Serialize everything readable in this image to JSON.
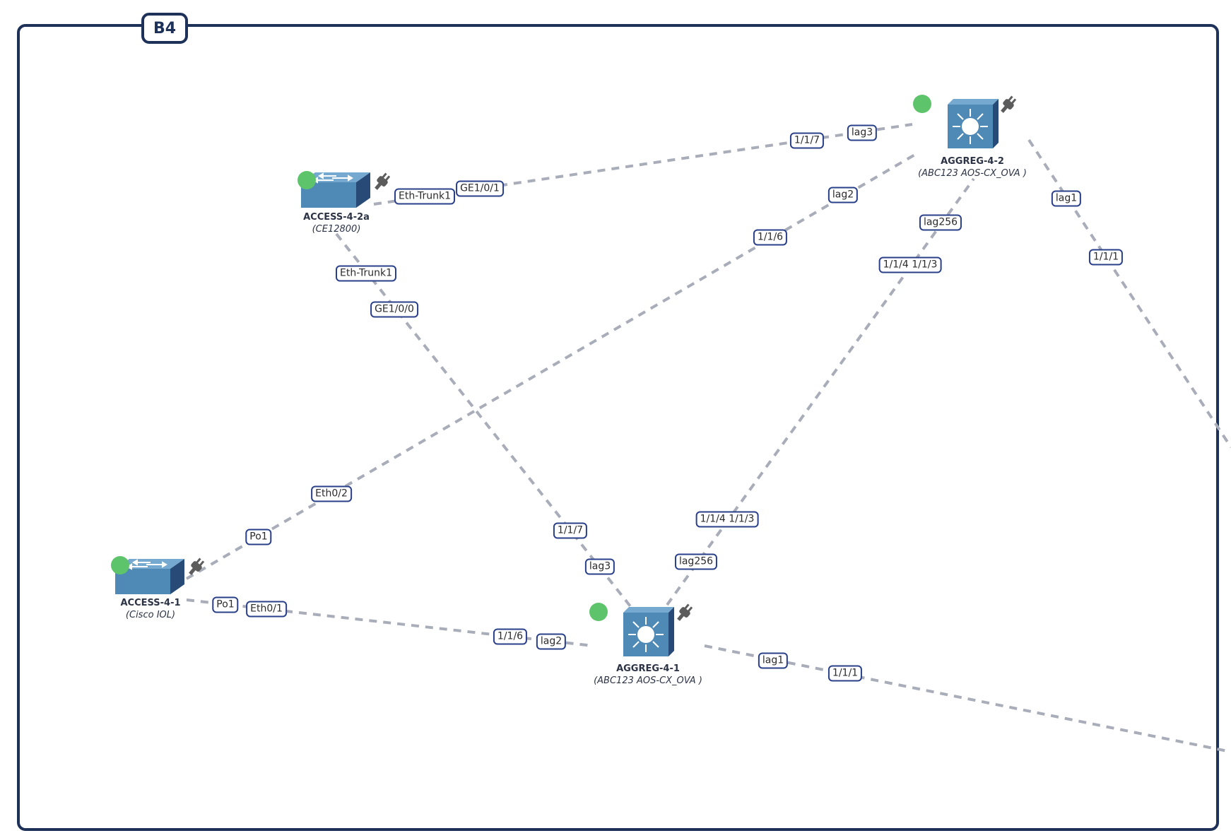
{
  "group": {
    "label": "B4"
  },
  "colors": {
    "frame": "#1e3158",
    "link": "#a9adb9",
    "status_up": "#5ec46b",
    "port_border": "#2a3f8a",
    "device_front": "#4e8ab5",
    "device_top": "#76a9cf",
    "device_side": "#274a77",
    "plug": "#5c5c5c"
  },
  "nodes": [
    {
      "id": "access-4-2a",
      "name": "ACCESS-4-2a",
      "model": "(CE12800)",
      "type": "switch",
      "status": "up"
    },
    {
      "id": "aggreg-4-2",
      "name": "AGGREG-4-2",
      "model": "(ABC123 AOS-CX_OVA )",
      "type": "multilayer-switch",
      "status": "up"
    },
    {
      "id": "access-4-1",
      "name": "ACCESS-4-1",
      "model": "(Cisco IOL)",
      "type": "switch",
      "status": "up"
    },
    {
      "id": "aggreg-4-1",
      "name": "AGGREG-4-1",
      "model": "(ABC123 AOS-CX_OVA )",
      "type": "multilayer-switch",
      "status": "up"
    }
  ],
  "links": [
    {
      "from": "ACCESS-4-2a",
      "to": "AGGREG-4-2",
      "from_ports": [
        "Eth-Trunk1",
        "GE1/0/1"
      ],
      "to_ports": [
        "1/1/7",
        "lag3"
      ]
    },
    {
      "from": "ACCESS-4-2a",
      "to": "AGGREG-4-1",
      "from_ports": [
        "Eth-Trunk1",
        "GE1/0/0"
      ],
      "to_ports": [
        "1/1/7",
        "lag3"
      ]
    },
    {
      "from": "ACCESS-4-1",
      "to": "AGGREG-4-2",
      "from_ports": [
        "Po1",
        "Eth0/2"
      ],
      "to_ports": [
        "1/1/6",
        "lag2"
      ]
    },
    {
      "from": "AGGREG-4-1",
      "to": "AGGREG-4-2",
      "from_ports": [
        "lag256",
        "1/1/4 1/1/3"
      ],
      "to_ports": [
        "1/1/4 1/1/3",
        "lag256"
      ]
    },
    {
      "from": "ACCESS-4-1",
      "to": "AGGREG-4-1",
      "from_ports": [
        "Po1",
        "Eth0/1"
      ],
      "to_ports": [
        "1/1/6",
        "lag2"
      ]
    },
    {
      "from": "AGGREG-4-1",
      "to": "off-screen",
      "from_ports": [
        "lag1",
        "1/1/1"
      ],
      "to_ports": []
    },
    {
      "from": "AGGREG-4-2",
      "to": "off-screen",
      "from_ports": [
        "lag1",
        "1/1/1"
      ],
      "to_ports": []
    }
  ]
}
